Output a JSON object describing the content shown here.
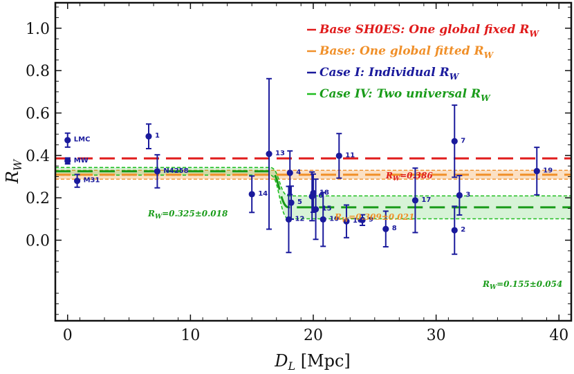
{
  "chart_data": {
    "type": "scatter",
    "xlabel": "D_L [Mpc]",
    "xlabel_main": "D",
    "xlabel_sub": "L",
    "xlabel_unit": " [Mpc]",
    "ylabel": "R_W",
    "ylabel_main": "R",
    "ylabel_sub": "W",
    "xlim": [
      -1,
      41
    ],
    "ylim": [
      -0.38,
      1.12
    ],
    "xticks": [
      0,
      10,
      20,
      30,
      40
    ],
    "xtick_labels": [
      "0",
      "10",
      "20",
      "30",
      "40"
    ],
    "yticks": [
      0.0,
      0.2,
      0.4,
      0.6,
      0.8,
      1.0
    ],
    "ytick_labels": [
      "0.0",
      "0.2",
      "0.4",
      "0.6",
      "0.8",
      "1.0"
    ],
    "grid": false,
    "colors": {
      "points": "#1a1a9c",
      "base_fixed": "#e01b1b",
      "base_fitted": "#f0902a",
      "case_iv": "#1fbd1f",
      "case_iv_text": "#1a9c1a"
    },
    "points": [
      {
        "label": "LMC",
        "x": 0.0,
        "y": 0.472,
        "err": 0.033
      },
      {
        "label": "MW",
        "x": 0.0,
        "y": 0.374,
        "err": 0.014
      },
      {
        "label": "M31",
        "x": 0.78,
        "y": 0.28,
        "err": 0.03
      },
      {
        "label": "1",
        "x": 6.6,
        "y": 0.49,
        "err": 0.058
      },
      {
        "label": "N4258",
        "x": 7.3,
        "y": 0.325,
        "err": 0.078
      },
      {
        "label": "14",
        "x": 15.0,
        "y": 0.217,
        "err": 0.086
      },
      {
        "label": "13",
        "x": 16.4,
        "y": 0.407,
        "err": 0.355
      },
      {
        "label": "12",
        "x": 18.0,
        "y": 0.098,
        "err": 0.156
      },
      {
        "label": "5",
        "x": 18.2,
        "y": 0.177,
        "err": 0.078
      },
      {
        "label": "4",
        "x": 18.1,
        "y": 0.318,
        "err": 0.103
      },
      {
        "label": "6",
        "x": 19.9,
        "y": 0.207,
        "err": 0.115
      },
      {
        "label": "18",
        "x": 20.0,
        "y": 0.222,
        "err": 0.09
      },
      {
        "label": "15",
        "x": 20.2,
        "y": 0.146,
        "err": 0.142
      },
      {
        "label": "10",
        "x": 20.8,
        "y": 0.098,
        "err": 0.127
      },
      {
        "label": "11",
        "x": 22.1,
        "y": 0.398,
        "err": 0.105
      },
      {
        "label": "16",
        "x": 22.7,
        "y": 0.089,
        "err": 0.077
      },
      {
        "label": "9",
        "x": 24.0,
        "y": 0.095,
        "err": 0.025
      },
      {
        "label": "8",
        "x": 25.9,
        "y": 0.053,
        "err": 0.084
      },
      {
        "label": "17",
        "x": 28.3,
        "y": 0.188,
        "err": 0.152
      },
      {
        "label": "7",
        "x": 31.5,
        "y": 0.467,
        "err": 0.17
      },
      {
        "label": "2",
        "x": 31.5,
        "y": 0.047,
        "err": 0.113
      },
      {
        "label": "3",
        "x": 31.9,
        "y": 0.212,
        "err": 0.093
      },
      {
        "label": "19",
        "x": 38.2,
        "y": 0.326,
        "err": 0.112
      }
    ],
    "lines": [
      {
        "name": "base_fixed",
        "y": 0.386
      },
      {
        "name": "base_fitted",
        "y": 0.309,
        "err": 0.021
      },
      {
        "name": "case_iv",
        "y1": 0.325,
        "err1": 0.018,
        "y2": 0.155,
        "err2": 0.054,
        "transition_x": [
          16.5,
          18.0
        ]
      }
    ],
    "legend": {
      "placement": "top-right",
      "entries": [
        {
          "name": "base_fixed",
          "text": "Base SH0ES: One global fixed R",
          "sub": "W"
        },
        {
          "name": "base_fitted",
          "text": "Base: One global fitted R",
          "sub": "W"
        },
        {
          "name": "case_i",
          "text": "Case I: Individual R",
          "sub": "W"
        },
        {
          "name": "case_iv",
          "text": "Case IV: Two universal R",
          "sub": "W"
        }
      ]
    },
    "annotations": [
      {
        "name": "base_fixed",
        "prefix": "R",
        "sub": "W",
        "text": "=0.386"
      },
      {
        "name": "base_fitted",
        "prefix": "R",
        "sub": "W",
        "text": "=0.309±0.021"
      },
      {
        "name": "case_iv_low",
        "prefix": "R",
        "sub": "W",
        "text": "=0.325±0.018"
      },
      {
        "name": "case_iv_high",
        "prefix": "R",
        "sub": "W",
        "text": "=0.155±0.054"
      }
    ]
  }
}
